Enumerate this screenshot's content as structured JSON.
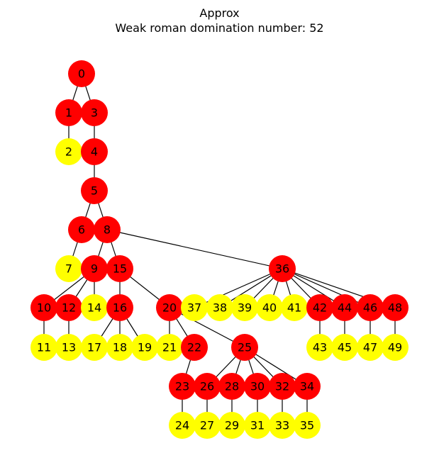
{
  "title": {
    "line1": "Approx",
    "line2": "Weak roman domination number: 52"
  },
  "colors": {
    "red": "#ff0000",
    "yellow": "#ffff00",
    "edge": "#000000"
  },
  "nodes": [
    {
      "id": "0",
      "color": "red"
    },
    {
      "id": "1",
      "color": "red"
    },
    {
      "id": "2",
      "color": "yellow"
    },
    {
      "id": "3",
      "color": "red"
    },
    {
      "id": "4",
      "color": "red"
    },
    {
      "id": "5",
      "color": "red"
    },
    {
      "id": "6",
      "color": "red"
    },
    {
      "id": "7",
      "color": "yellow"
    },
    {
      "id": "8",
      "color": "red"
    },
    {
      "id": "9",
      "color": "red"
    },
    {
      "id": "10",
      "color": "red"
    },
    {
      "id": "11",
      "color": "yellow"
    },
    {
      "id": "12",
      "color": "red"
    },
    {
      "id": "13",
      "color": "yellow"
    },
    {
      "id": "14",
      "color": "yellow"
    },
    {
      "id": "15",
      "color": "red"
    },
    {
      "id": "16",
      "color": "red"
    },
    {
      "id": "17",
      "color": "yellow"
    },
    {
      "id": "18",
      "color": "yellow"
    },
    {
      "id": "19",
      "color": "yellow"
    },
    {
      "id": "20",
      "color": "red"
    },
    {
      "id": "21",
      "color": "yellow"
    },
    {
      "id": "22",
      "color": "red"
    },
    {
      "id": "23",
      "color": "red"
    },
    {
      "id": "24",
      "color": "yellow"
    },
    {
      "id": "25",
      "color": "red"
    },
    {
      "id": "26",
      "color": "red"
    },
    {
      "id": "27",
      "color": "yellow"
    },
    {
      "id": "28",
      "color": "red"
    },
    {
      "id": "29",
      "color": "yellow"
    },
    {
      "id": "30",
      "color": "red"
    },
    {
      "id": "31",
      "color": "yellow"
    },
    {
      "id": "32",
      "color": "red"
    },
    {
      "id": "33",
      "color": "yellow"
    },
    {
      "id": "34",
      "color": "red"
    },
    {
      "id": "35",
      "color": "yellow"
    },
    {
      "id": "36",
      "color": "red"
    },
    {
      "id": "37",
      "color": "yellow"
    },
    {
      "id": "38",
      "color": "yellow"
    },
    {
      "id": "39",
      "color": "yellow"
    },
    {
      "id": "40",
      "color": "yellow"
    },
    {
      "id": "41",
      "color": "yellow"
    },
    {
      "id": "42",
      "color": "red"
    },
    {
      "id": "43",
      "color": "yellow"
    },
    {
      "id": "44",
      "color": "red"
    },
    {
      "id": "45",
      "color": "yellow"
    },
    {
      "id": "46",
      "color": "red"
    },
    {
      "id": "47",
      "color": "yellow"
    },
    {
      "id": "48",
      "color": "red"
    },
    {
      "id": "49",
      "color": "yellow"
    }
  ],
  "edges": [
    [
      "0",
      "1"
    ],
    [
      "0",
      "3"
    ],
    [
      "1",
      "2"
    ],
    [
      "3",
      "4"
    ],
    [
      "4",
      "5"
    ],
    [
      "5",
      "6"
    ],
    [
      "5",
      "8"
    ],
    [
      "6",
      "7"
    ],
    [
      "8",
      "9"
    ],
    [
      "8",
      "15"
    ],
    [
      "8",
      "36"
    ],
    [
      "9",
      "10"
    ],
    [
      "9",
      "12"
    ],
    [
      "9",
      "14"
    ],
    [
      "10",
      "11"
    ],
    [
      "12",
      "13"
    ],
    [
      "15",
      "16"
    ],
    [
      "15",
      "20"
    ],
    [
      "16",
      "17"
    ],
    [
      "16",
      "18"
    ],
    [
      "16",
      "19"
    ],
    [
      "20",
      "21"
    ],
    [
      "20",
      "22"
    ],
    [
      "20",
      "25"
    ],
    [
      "22",
      "23"
    ],
    [
      "23",
      "24"
    ],
    [
      "25",
      "26"
    ],
    [
      "25",
      "28"
    ],
    [
      "25",
      "30"
    ],
    [
      "25",
      "32"
    ],
    [
      "25",
      "34"
    ],
    [
      "26",
      "27"
    ],
    [
      "28",
      "29"
    ],
    [
      "30",
      "31"
    ],
    [
      "32",
      "33"
    ],
    [
      "34",
      "35"
    ],
    [
      "36",
      "37"
    ],
    [
      "36",
      "38"
    ],
    [
      "36",
      "39"
    ],
    [
      "36",
      "40"
    ],
    [
      "36",
      "41"
    ],
    [
      "36",
      "42"
    ],
    [
      "36",
      "44"
    ],
    [
      "36",
      "46"
    ],
    [
      "36",
      "48"
    ],
    [
      "42",
      "43"
    ],
    [
      "44",
      "45"
    ],
    [
      "46",
      "47"
    ],
    [
      "48",
      "49"
    ]
  ]
}
